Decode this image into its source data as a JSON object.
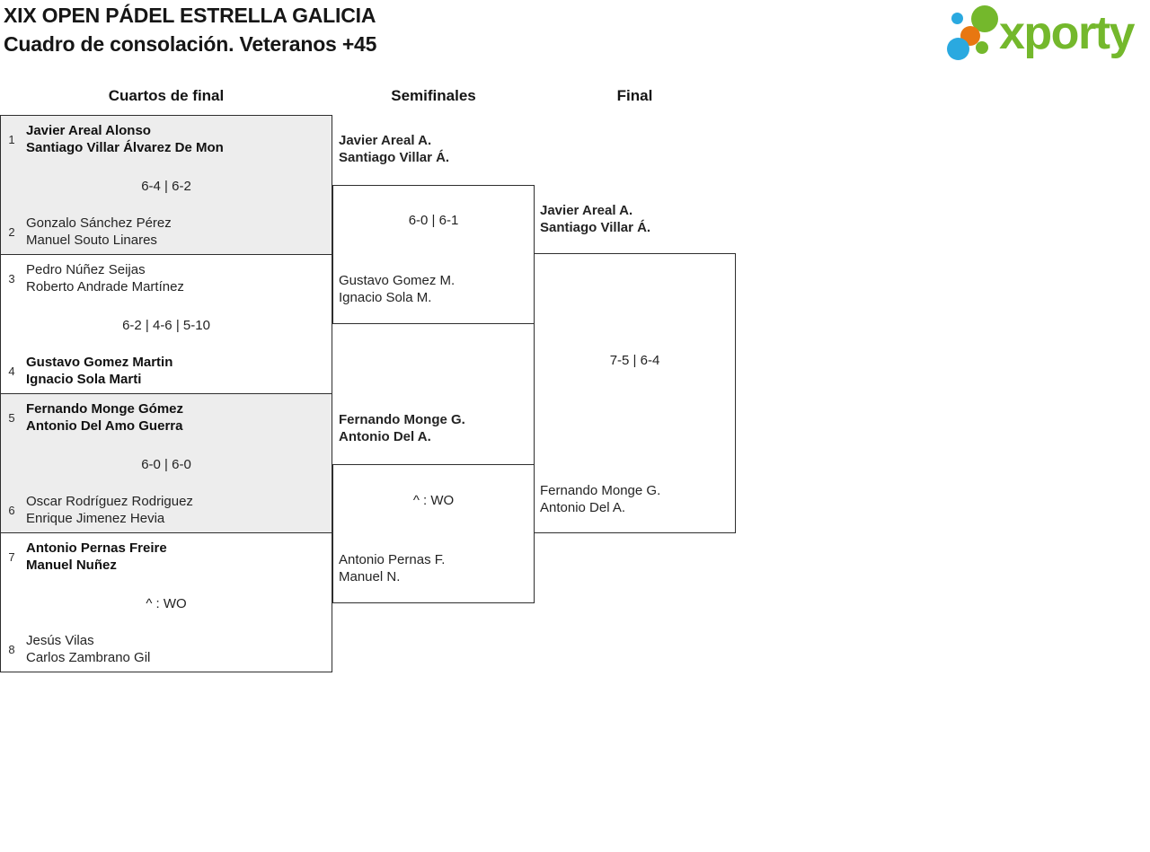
{
  "header": {
    "title_line1": "XIX OPEN PÁDEL ESTRELLA GALICIA",
    "title_line2": "Cuadro de consolación. Veteranos +45"
  },
  "logo": {
    "brand": "xporty",
    "colors": {
      "green": "#74b82c",
      "blue": "#2aa9e0",
      "orange": "#e87711"
    }
  },
  "rounds": [
    {
      "label": "Cuartos de final"
    },
    {
      "label": "Semifinales"
    },
    {
      "label": "Final"
    }
  ],
  "matches": {
    "qf": [
      {
        "seed_top": "1",
        "top": [
          "Javier Areal Alonso",
          "Santiago Villar Álvarez De Mon"
        ],
        "score": "6-4 | 6-2",
        "seed_bottom": "2",
        "bottom": [
          "Gonzalo Sánchez Pérez",
          "Manuel Souto Linares"
        ]
      },
      {
        "seed_top": "3",
        "top": [
          "Pedro Núñez Seijas",
          "Roberto Andrade Martínez"
        ],
        "score": "6-2 | 4-6 | 5-10",
        "seed_bottom": "4",
        "bottom": [
          "Gustavo Gomez Martin",
          "Ignacio Sola Marti"
        ]
      },
      {
        "seed_top": "5",
        "top": [
          "Fernando Monge Gómez",
          "Antonio Del Amo Guerra"
        ],
        "score": "6-0 | 6-0",
        "seed_bottom": "6",
        "bottom": [
          "Oscar Rodríguez Rodriguez",
          "Enrique Jimenez Hevia"
        ]
      },
      {
        "seed_top": "7",
        "top": [
          "Antonio Pernas Freire",
          "Manuel Nuñez"
        ],
        "score": "^ : WO",
        "seed_bottom": "8",
        "bottom": [
          "Jesús Vilas",
          "Carlos Zambrano Gil"
        ]
      }
    ],
    "sf": [
      {
        "top": [
          "Javier Areal A.",
          "Santiago Villar Á."
        ],
        "score": "6-0 | 6-1",
        "bottom": [
          "Gustavo Gomez M.",
          "Ignacio Sola M."
        ]
      },
      {
        "top": [
          "Fernando Monge G.",
          "Antonio Del A."
        ],
        "score": "^ : WO",
        "bottom": [
          "Antonio Pernas F.",
          "Manuel N."
        ]
      }
    ],
    "final": {
      "top": [
        "Javier Areal A.",
        "Santiago Villar Á."
      ],
      "score": "7-5 | 6-4",
      "bottom": [
        "Fernando Monge G.",
        "Antonio Del A."
      ]
    }
  }
}
